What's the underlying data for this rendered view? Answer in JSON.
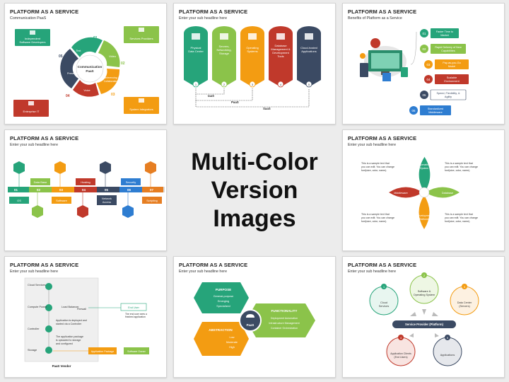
{
  "heading": {
    "line1": "Multi-Color",
    "line2": "Version Images"
  },
  "slides": [
    {
      "title": "PLATFORM AS A SERVICE",
      "subtitle": "Communication PaaS",
      "center": "Communication PaaS",
      "center_l1": "Communication",
      "center_l2": "PaaS",
      "segments": [
        {
          "num": "01",
          "label": "Text",
          "color": "#26a47a"
        },
        {
          "num": "02",
          "label": "Video",
          "color": "#8bc34a"
        },
        {
          "num": "03",
          "label": "Conferencing & Collaboration",
          "l1": "Conferencing &",
          "l2": "Collaboration",
          "color": "#f39c12"
        },
        {
          "num": "04",
          "label": "Voice",
          "color": "#c0392b"
        },
        {
          "num": "05",
          "label": "Presence",
          "color": "#3b4a63"
        }
      ],
      "boxes": [
        {
          "label": "Independent Software Developers",
          "l1": "Independent",
          "l2": "Software Developers",
          "color": "#26a47a"
        },
        {
          "label": "Services Providers",
          "color": "#8bc34a"
        },
        {
          "label": "Enterprise IT",
          "color": "#c0392b"
        },
        {
          "label": "System Integrators",
          "color": "#f39c12"
        }
      ]
    },
    {
      "title": "PLATFORM AS A SERVICE",
      "subtitle": "Enter your sub headline here",
      "columns": [
        {
          "label": "Physical Data Center",
          "l1": "Physical",
          "l2": "Data Center",
          "num": "1",
          "color": "#26a47a"
        },
        {
          "label": "Servers, Networking, Storage",
          "l1": "Servers,",
          "l2": "Networking,",
          "l3": "Storage",
          "num": "2",
          "color": "#8bc34a"
        },
        {
          "label": "Operating Systems",
          "l1": "Operating",
          "l2": "Systems",
          "num": "3",
          "color": "#f39c12"
        },
        {
          "label": "Database Management & Development Tools",
          "l1": "Database",
          "l2": "Management &",
          "l3": "Development",
          "l4": "Tools",
          "num": "4",
          "color": "#c0392b"
        },
        {
          "label": "Cloud-hosted Applications",
          "l1": "Cloud-hosted",
          "l2": "Applications",
          "num": "5",
          "color": "#3b4a63"
        }
      ],
      "brackets": [
        "IaaS",
        "PaaS",
        "SaaS"
      ]
    },
    {
      "title": "PLATFORM AS A SERVICE",
      "subtitle": "Benefits of Platform as a Service",
      "items": [
        {
          "num": "01",
          "label": "Faster Time to Market",
          "l1": "Faster Time to",
          "l2": "Market",
          "color": "#26a47a"
        },
        {
          "num": "02",
          "label": "Rapid Delivery of New Capabilities",
          "l1": "Rapid Delivery of New",
          "l2": "Capabilities",
          "color": "#8bc34a"
        },
        {
          "num": "03",
          "label": "Pay-as-you-Go Model",
          "l1": "Pay-as-you-Go",
          "l2": "Model",
          "color": "#f39c12"
        },
        {
          "num": "04",
          "label": "Scalable Environment",
          "l1": "Scalable",
          "l2": "Environment",
          "color": "#c0392b"
        },
        {
          "num": "05",
          "label": "Speed, Flexibility, & Agility",
          "l1": "Speed, Flexibility, &",
          "l2": "Agility",
          "color": "#3b4a63"
        },
        {
          "num": "06",
          "label": "Standardized Middleware",
          "l1": "Standardized",
          "l2": "Middleware",
          "color": "#2e7dd1"
        }
      ]
    },
    {
      "title": "PLATFORM AS A SERVICE",
      "subtitle": "Enter your sub headline here",
      "steps": [
        {
          "num": "01",
          "label": "OS",
          "color": "#26a47a"
        },
        {
          "num": "02",
          "label": "Data Base",
          "color": "#8bc34a"
        },
        {
          "num": "03",
          "label": "Software",
          "color": "#f39c12"
        },
        {
          "num": "04",
          "label": "Hosting",
          "color": "#c0392b"
        },
        {
          "num": "05",
          "label": "Network Access",
          "l1": "Network",
          "l2": "Access",
          "color": "#3b4a63"
        },
        {
          "num": "06",
          "label": "Security",
          "color": "#2e7dd1"
        },
        {
          "num": "07",
          "label": "Scripting",
          "color": "#e67e22"
        }
      ]
    },
    {
      "title": "PLATFORM AS A SERVICE",
      "subtitle": "Enter your sub headline here",
      "petals": [
        {
          "label": "Operating System",
          "l1": "Operating",
          "l2": "System",
          "color": "#26a47a"
        },
        {
          "label": "Database",
          "color": "#8bc34a"
        },
        {
          "label": "Development Platforms",
          "l1": "Development",
          "l2": "Platforms",
          "color": "#f39c12"
        },
        {
          "label": "Middleware",
          "color": "#c0392b"
        }
      ],
      "sample": [
        "This is a sample text that",
        "you can edit. You can change",
        "font(size, color, name)."
      ]
    },
    {
      "title": "PLATFORM AS A SERVICE",
      "subtitle": "Enter your sub headline here",
      "nodes": [
        "Cloud Services",
        "Compute Power",
        "Load Balancer",
        "Firewall",
        "Controller",
        "Storage",
        "End User",
        "Application Package",
        "Software Owner"
      ],
      "notes": {
        "end_user": [
          "The end user sees a",
          "finished application"
        ],
        "app_deployed": [
          "Application is deployed and",
          "started via a Controller"
        ],
        "package": [
          "The application package",
          "is uploaded to storage",
          "and configured"
        ]
      },
      "footer": "PaaS Vendor"
    },
    {
      "title": "PLATFORM AS A SERVICE",
      "subtitle": "Enter your sub headline here",
      "center": "PaaS",
      "purpose": {
        "title": "PURPOSE",
        "items": [
          "General-purpose",
          "Emerging",
          "Specialized"
        ]
      },
      "functionality": {
        "title": "FUNCTIONALITY",
        "items": [
          "Deployment Automation",
          "Infrastructure Management",
          "Container Orchestration"
        ]
      },
      "abstraction": {
        "title": "ABSTRACTION",
        "items": [
          "Low",
          "Moderate",
          "High"
        ]
      }
    },
    {
      "title": "PLATFORM AS A SERVICE",
      "subtitle": "Enter your sub headline here",
      "center": "Service Provider (Platform)",
      "circles": [
        {
          "num": "1",
          "label": "Cloud Services",
          "l1": "Cloud",
          "l2": "Services",
          "color": "#26a47a"
        },
        {
          "num": "2",
          "label": "Software & Operating System",
          "l1": "Software &",
          "l2": "Operating System",
          "color": "#8bc34a"
        },
        {
          "num": "3",
          "label": "Data Center (Servers)",
          "l1": "Data Center",
          "l2": "(Servers)",
          "color": "#f39c12"
        },
        {
          "num": "4",
          "label": "Application Clients (End Users)",
          "l1": "Application Clients",
          "l2": "(End Users)",
          "color": "#c0392b"
        },
        {
          "num": "5",
          "label": "Applications",
          "color": "#3b4a63"
        }
      ]
    }
  ]
}
